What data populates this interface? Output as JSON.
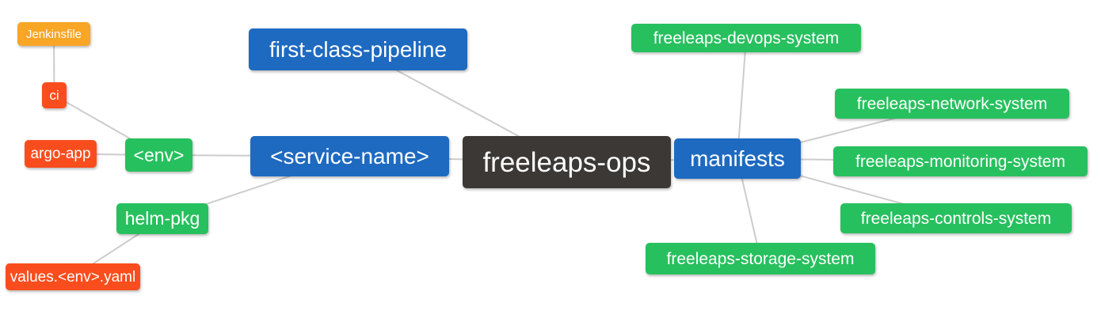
{
  "diagram": {
    "title": "freeleaps-ops repository structure mind map",
    "palette": {
      "dark": "#3b3836",
      "blue": "#1e6ac1",
      "green": "#27c05e",
      "red": "#f94d1d",
      "orange": "#f9a526",
      "edge": "#cccccc"
    },
    "nodes": [
      {
        "id": "jenkinsfile",
        "label": "Jenkinsfile",
        "color": "orange"
      },
      {
        "id": "ci",
        "label": "ci",
        "color": "red"
      },
      {
        "id": "argo-app",
        "label": "argo-app",
        "color": "red"
      },
      {
        "id": "env",
        "label": "<env>",
        "color": "green"
      },
      {
        "id": "helm-pkg",
        "label": "helm-pkg",
        "color": "green"
      },
      {
        "id": "values-env-yaml",
        "label": "values.<env>.yaml",
        "color": "red"
      },
      {
        "id": "first-class-pipeline",
        "label": "first-class-pipeline",
        "color": "blue"
      },
      {
        "id": "service-name",
        "label": "<service-name>",
        "color": "blue"
      },
      {
        "id": "freeleaps-ops",
        "label": "freeleaps-ops",
        "color": "dark"
      },
      {
        "id": "manifests",
        "label": "manifests",
        "color": "blue"
      },
      {
        "id": "freeleaps-devops-system",
        "label": "freeleaps-devops-system",
        "color": "green"
      },
      {
        "id": "freeleaps-network-system",
        "label": "freeleaps-network-system",
        "color": "green"
      },
      {
        "id": "freeleaps-monitoring-system",
        "label": "freeleaps-monitoring-system",
        "color": "green"
      },
      {
        "id": "freeleaps-controls-system",
        "label": "freeleaps-controls-system",
        "color": "green"
      },
      {
        "id": "freeleaps-storage-system",
        "label": "freeleaps-storage-system",
        "color": "green"
      }
    ],
    "edges": [
      [
        "jenkinsfile",
        "ci"
      ],
      [
        "ci",
        "env"
      ],
      [
        "argo-app",
        "env"
      ],
      [
        "env",
        "service-name"
      ],
      [
        "helm-pkg",
        "service-name"
      ],
      [
        "values-env-yaml",
        "helm-pkg"
      ],
      [
        "first-class-pipeline",
        "freeleaps-ops"
      ],
      [
        "service-name",
        "freeleaps-ops"
      ],
      [
        "freeleaps-ops",
        "manifests"
      ],
      [
        "manifests",
        "freeleaps-devops-system"
      ],
      [
        "manifests",
        "freeleaps-network-system"
      ],
      [
        "manifests",
        "freeleaps-monitoring-system"
      ],
      [
        "manifests",
        "freeleaps-controls-system"
      ],
      [
        "manifests",
        "freeleaps-storage-system"
      ]
    ]
  }
}
